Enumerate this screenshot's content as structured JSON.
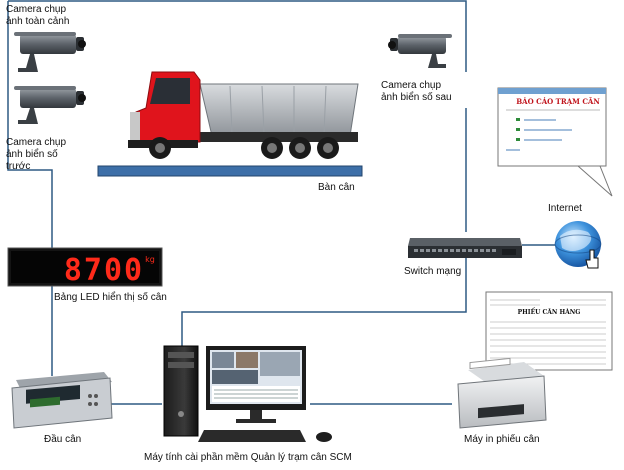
{
  "labels": {
    "camera_overview": "Camera chụp ảnh toàn cảnh",
    "camera_front": "Camera chụp ảnh biển số trước",
    "camera_rear": "Camera chụp ảnh biển số sau",
    "scale": "Bàn cân",
    "led_board": "Bảng LED hiển thị số cân",
    "internet": "Internet",
    "switch": "Switch mạng",
    "indicator": "Đầu cân",
    "computer": "Máy tính cài phần mềm Quản lý trạm cân SCM",
    "printer": "Máy in phiếu cân"
  },
  "led": {
    "reading": "8700",
    "unit": "kg"
  },
  "report_window": {
    "title": "BÁO CÁO TRẠM CÂN"
  },
  "ticket": {
    "title": "PHIẾU CÂN HÀNG"
  },
  "colors": {
    "connector": "#2f5a84",
    "truck_cab": "#e0141c",
    "led_digits": "#ff2a1a",
    "scale_platform": "#3d6fa8"
  },
  "icons": [
    "camera-icon",
    "dump-truck-icon",
    "globe-icon",
    "cursor-hand-icon",
    "network-switch-icon",
    "weighing-indicator-icon",
    "desktop-computer-icon",
    "laser-printer-icon"
  ]
}
